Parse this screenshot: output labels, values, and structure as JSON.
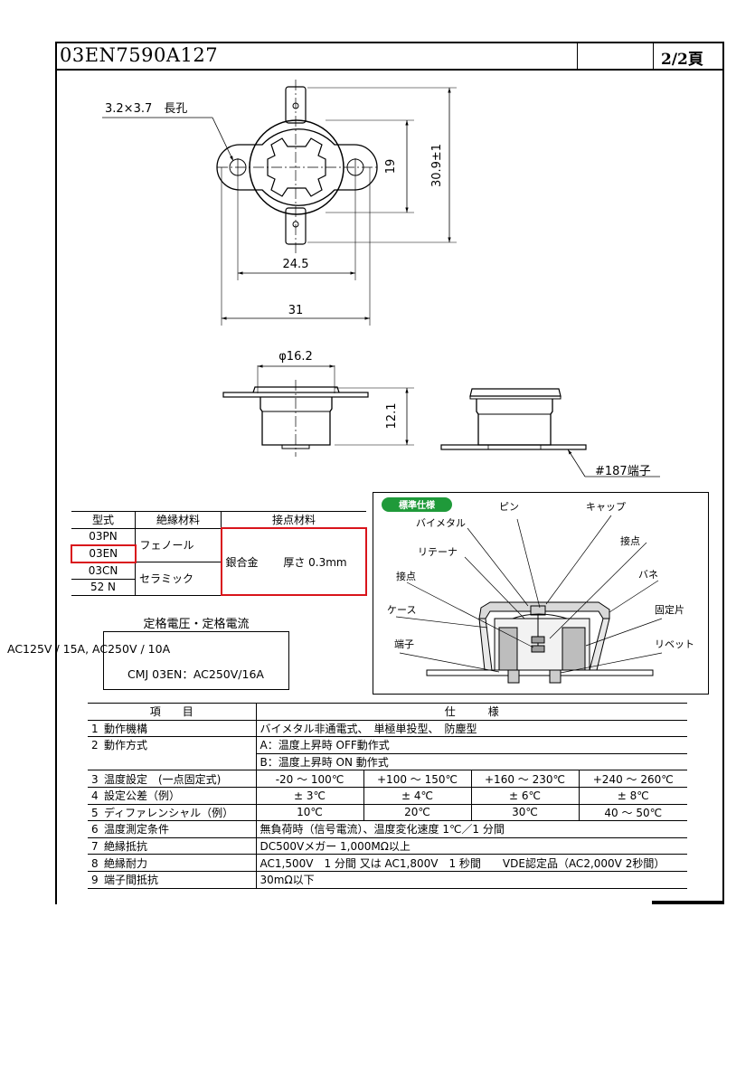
{
  "header": {
    "doc_number": "03EN7590A127",
    "page": "2/2頁"
  },
  "drawing": {
    "slot_label": "3.2×3.7　長孔",
    "dim_19": "19",
    "dim_30_9": "30.9±1",
    "dim_24_5": "24.5",
    "dim_31": "31",
    "dim_phi": "φ16.2",
    "dim_12_1": "12.1",
    "terminal_label": "#187端子"
  },
  "cross_section": {
    "badge": "標準仕様",
    "labels": {
      "pin": "ピン",
      "cap": "キャップ",
      "bimetal": "バイメタル",
      "retainer": "リテーナ",
      "contact_right": "接点",
      "contact_left": "接点",
      "spring": "バネ",
      "case": "ケース",
      "fixed_piece": "固定片",
      "terminal": "端子",
      "rivet": "リベット"
    },
    "badge_color": "#1f9a3a"
  },
  "materials": {
    "headers": [
      "型式",
      "絶縁材料",
      "接点材料"
    ],
    "models": [
      "03PN",
      "03EN",
      "03CN",
      "52 N"
    ],
    "insulation_1": "フェノール",
    "insulation_2": "セラミック",
    "contact": "銀合金　　 厚さ 0.3mm",
    "highlight_color": "#d9141b"
  },
  "rated": {
    "title": "定格電圧・定格電流",
    "line1": "AC125V / 15A, AC250V / 10A",
    "line2": "CMJ 03EN：AC250V/16A"
  },
  "spec": {
    "head_item": "項　　目",
    "head_spec": "仕　　　様",
    "rows": [
      {
        "no": "1",
        "item": "動作機構",
        "value": "バイメタル非通電式、　単極単投型、　防塵型"
      },
      {
        "no": "2",
        "item": "動作方式",
        "value_a": "A：温度上昇時 OFF動作式",
        "value_b": "B：温度上昇時 ON 動作式"
      },
      {
        "no": "3",
        "item": "温度設定　(一点固定式)",
        "cells": [
          "-20 ～ 100℃",
          "+100 ～ 150℃",
          "+160 ～ 230℃",
          "+240 ～ 260℃"
        ]
      },
      {
        "no": "4",
        "item": "設定公差（例）",
        "cells": [
          "± 3℃",
          "± 4℃",
          "± 6℃",
          "± 8℃"
        ]
      },
      {
        "no": "5",
        "item": "ディファレンシャル（例）",
        "cells": [
          "10℃",
          "20℃",
          "30℃",
          "40 ～ 50℃"
        ]
      },
      {
        "no": "6",
        "item": "温度測定条件",
        "value": "無負荷時（信号電流）、温度変化速度 1℃／1 分間"
      },
      {
        "no": "7",
        "item": "絶縁抵抗",
        "value": "DC500Vメガー 1,000MΩ以上"
      },
      {
        "no": "8",
        "item": "絶縁耐力",
        "value": "AC1,500V　1 分間 又は AC1,800V　1 秒間　　VDE認定品（AC2,000V 2秒間）"
      },
      {
        "no": "9",
        "item": "端子間抵抗",
        "value": "30mΩ以下"
      }
    ]
  }
}
